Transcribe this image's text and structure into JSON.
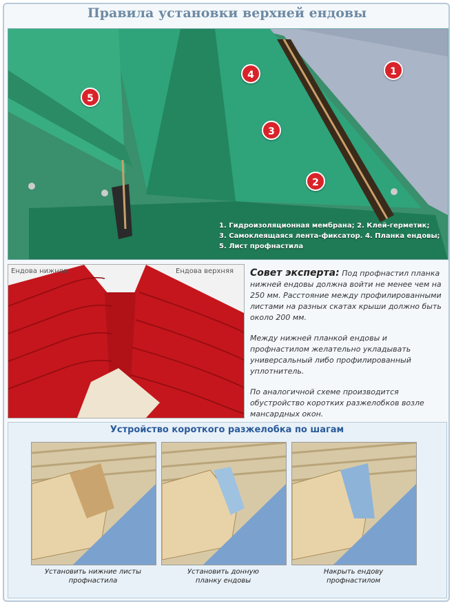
{
  "title": "Правила установки верхней ендовы",
  "top_image": {
    "badges": [
      "1",
      "2",
      "3",
      "4",
      "5"
    ],
    "legend": [
      "1. Гидроизоляционная мембрана; 2. Клей-герметик;",
      "3. Самоклеящаяся лента-фиксатор. 4. Планка ендовы;",
      "5. Лист профнастила"
    ]
  },
  "mid_image": {
    "label_left": "Ендова нижняя",
    "label_right": "Ендова верхняя"
  },
  "expert": {
    "lead": "Совет эксперта:",
    "p1": "Под профнастил планка нижней ендовы должна войти не менее чем на 250 мм. Расстояние между профилированными листами на разных скатах крыши должно быть около 200 мм.",
    "p2": "Между нижней планкой ендовы и профнастилом желательно укладывать универсальный либо профилированный уплотнитель.",
    "p3": "По аналогичной схеме производится обустройство коротких разжелобков возле мансардных окон."
  },
  "steps": {
    "title": "Устройство короткого разжелобка по шагам",
    "captions": [
      "Установить нижние листы\nпрофнастила",
      "Установить донную\nпланку ендовы",
      "Накрыть ендову\nпрофнастилом"
    ]
  },
  "colors": {
    "green_metal": "#2e9c74",
    "red_tile": "#c4161c",
    "membrane": "#a8b4c8",
    "badge": "#d9232a",
    "title": "#6f8aa3"
  }
}
